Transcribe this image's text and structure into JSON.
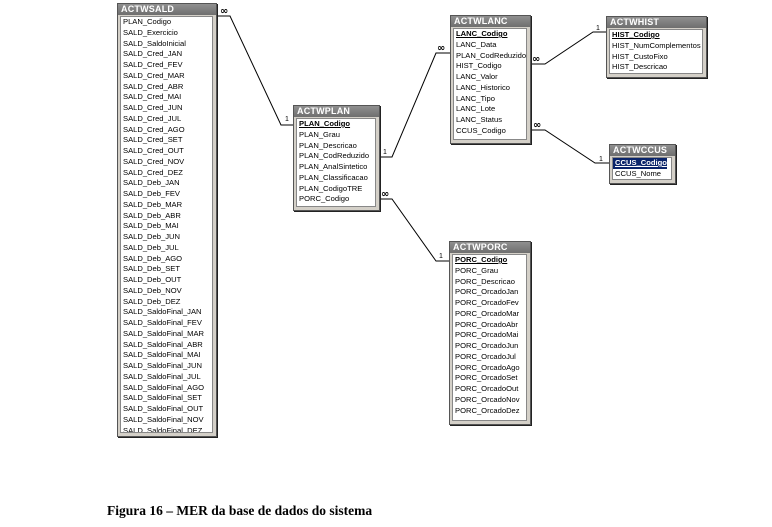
{
  "tables": {
    "actwsald": {
      "name": "ACTWSALD",
      "fields": [
        "PLAN_Codigo",
        "SALD_Exercicio",
        "SALD_SaldoInicial",
        "SALD_Cred_JAN",
        "SALD_Cred_FEV",
        "SALD_Cred_MAR",
        "SALD_Cred_ABR",
        "SALD_Cred_MAI",
        "SALD_Cred_JUN",
        "SALD_Cred_JUL",
        "SALD_Cred_AGO",
        "SALD_Cred_SET",
        "SALD_Cred_OUT",
        "SALD_Cred_NOV",
        "SALD_Cred_DEZ",
        "SALD_Deb_JAN",
        "SALD_Deb_FEV",
        "SALD_Deb_MAR",
        "SALD_Deb_ABR",
        "SALD_Deb_MAI",
        "SALD_Deb_JUN",
        "SALD_Deb_JUL",
        "SALD_Deb_AGO",
        "SALD_Deb_SET",
        "SALD_Deb_OUT",
        "SALD_Deb_NOV",
        "SALD_Deb_DEZ",
        "SALD_SaldoFinal_JAN",
        "SALD_SaldoFinal_FEV",
        "SALD_SaldoFinal_MAR",
        "SALD_SaldoFinal_ABR",
        "SALD_SaldoFinal_MAI",
        "SALD_SaldoFinal_JUN",
        "SALD_SaldoFinal_JUL",
        "SALD_SaldoFinal_AGO",
        "SALD_SaldoFinal_SET",
        "SALD_SaldoFinal_OUT",
        "SALD_SaldoFinal_NOV",
        "SALD_SaldoFinal_DEZ"
      ]
    },
    "actwplan": {
      "name": "ACTWPLAN",
      "fields": [
        "PLAN_Codigo",
        "PLAN_Grau",
        "PLAN_Descricao",
        "PLAN_CodReduzido",
        "PLAN_AnalSintetico",
        "PLAN_Classificacao",
        "PLAN_CodigoTRE",
        "PORC_Codigo"
      ]
    },
    "actwlanc": {
      "name": "ACTWLANC",
      "fields": [
        "LANC_Codigo",
        "LANC_Data",
        "PLAN_CodReduzido",
        "HIST_Codigo",
        "LANC_Valor",
        "LANC_Historico",
        "LANC_Tipo",
        "LANC_Lote",
        "LANC_Status",
        "CCUS_Codigo"
      ]
    },
    "actwhist": {
      "name": "ACTWHIST",
      "fields": [
        "HIST_Codigo",
        "HIST_NumComplementos",
        "HIST_CustoFixo",
        "HIST_Descricao"
      ]
    },
    "actwccus": {
      "name": "ACTWCCUS",
      "fields": [
        "CCUS_Codigo",
        "CCUS_Nome"
      ]
    },
    "actwporc": {
      "name": "ACTWPORC",
      "fields": [
        "PORC_Codigo",
        "PORC_Grau",
        "PORC_Descricao",
        "PORC_OrcadoJan",
        "PORC_OrcadoFev",
        "PORC_OrcadoMar",
        "PORC_OrcadoAbr",
        "PORC_OrcadoMai",
        "PORC_OrcadoJun",
        "PORC_OrcadoJul",
        "PORC_OrcadoAgo",
        "PORC_OrcadoSet",
        "PORC_OrcadoOut",
        "PORC_OrcadoNov",
        "PORC_OrcadoDez"
      ]
    }
  },
  "relationships": [
    {
      "from": "actwplan",
      "from_card": "1",
      "to": "actwsald",
      "to_card": "∞"
    },
    {
      "from": "actwplan",
      "from_card": "1",
      "to": "actwlanc",
      "to_card": "∞"
    },
    {
      "from": "actwhist",
      "from_card": "1",
      "to": "actwlanc",
      "to_card": "∞"
    },
    {
      "from": "actwccus",
      "from_card": "1",
      "to": "actwlanc",
      "to_card": "∞"
    },
    {
      "from": "actwporc",
      "from_card": "1",
      "to": "actwplan",
      "to_card": "∞"
    }
  ],
  "caption": "Figura 16 – MER da base de dados do sistema"
}
